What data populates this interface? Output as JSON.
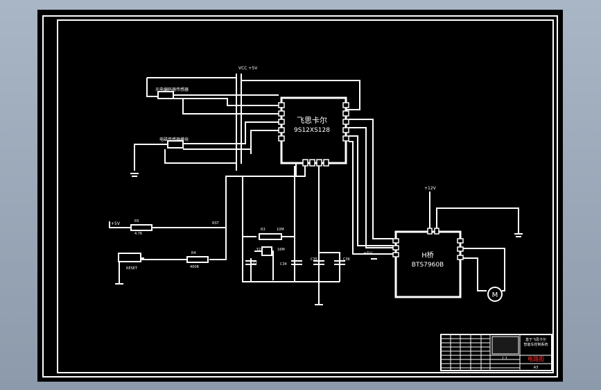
{
  "chips": {
    "mcu": {
      "name": "飞思卡尔",
      "part": "9S12XS128"
    },
    "hbridge": {
      "name": "H桥",
      "part": "BTS7960B"
    }
  },
  "labels": {
    "power_top": "VCC +5V",
    "sensor1": "光电编码器传感器",
    "sensor2": "电磁传感器模块",
    "plus5v": "+5V",
    "r_top": "R5",
    "r_top_val": "4.7K",
    "rst": "RST",
    "reset": "RESET",
    "r_bottom": "R4",
    "r_bottom_val": "400R",
    "crystal_r": "R3",
    "crystal_r_val": "10M",
    "y2": "Y2",
    "freq": "16M",
    "c33": "C33",
    "c34": "C34",
    "c35": "C35",
    "c36": "C36",
    "plus5v_h": "+5V",
    "plus12v": "+12V",
    "motor": "M"
  },
  "title_block": {
    "title_line1": "基于飞思卡尔",
    "title_line2": "智能车控制系统",
    "drawing_name": "电路图",
    "scale": "1:1",
    "sheet": "A3"
  }
}
